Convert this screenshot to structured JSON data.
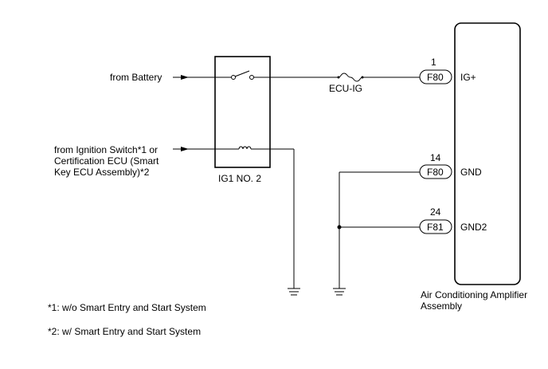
{
  "inputs": {
    "battery_label": "from Battery",
    "ignition_label_lines": [
      "from Ignition Switch*1 or",
      "Certification ECU (Smart",
      "Key ECU Assembly)*2"
    ]
  },
  "relay": {
    "label": "IG1 NO. 2"
  },
  "fuse": {
    "label": "ECU-IG"
  },
  "amplifier": {
    "label_lines": [
      "Air Conditioning Amplifier",
      "Assembly"
    ],
    "pins": [
      {
        "pin": "1",
        "connector": "F80",
        "terminal": "IG+"
      },
      {
        "pin": "14",
        "connector": "F80",
        "terminal": "GND"
      },
      {
        "pin": "24",
        "connector": "F81",
        "terminal": "GND2"
      }
    ]
  },
  "notes": [
    "*1: w/o Smart Entry and Start System",
    "*2: w/ Smart Entry and Start System"
  ]
}
